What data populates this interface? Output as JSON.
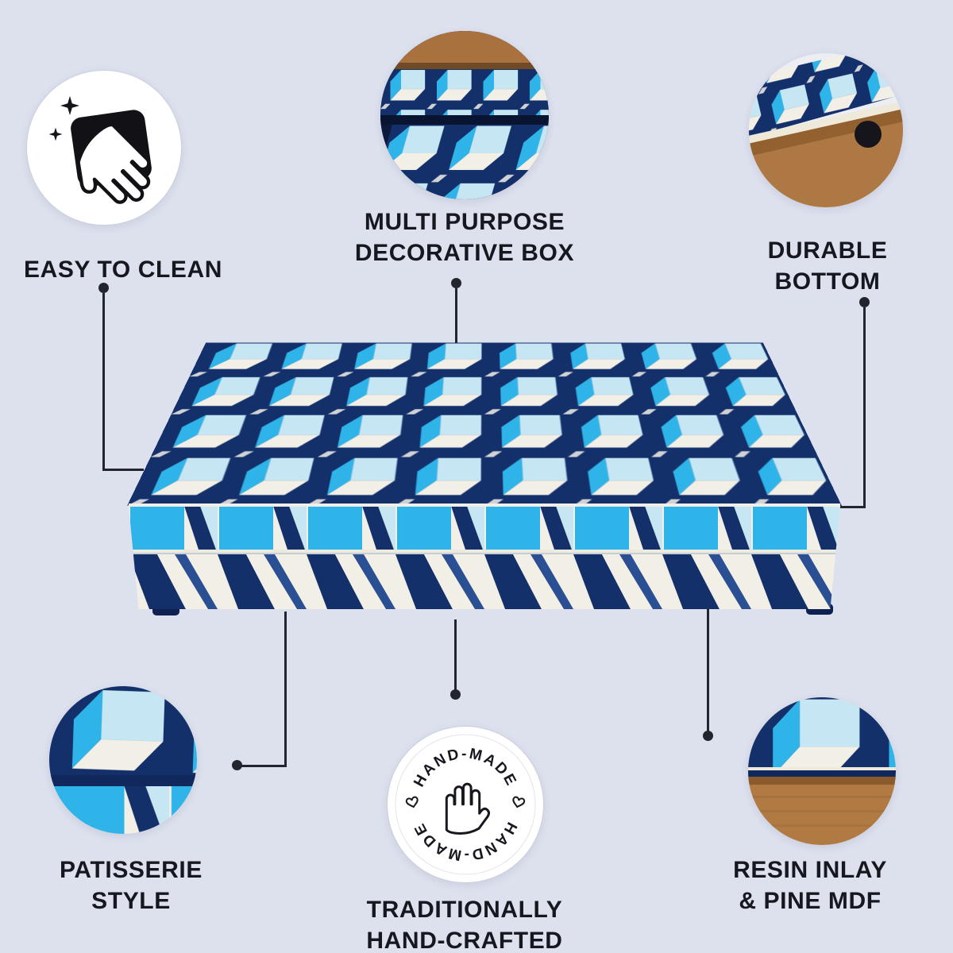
{
  "colors": {
    "background": "#dde1ee",
    "navy": "#14306b",
    "sky_blue": "#2fb4e9",
    "pale_blue": "#c7e6f4",
    "cream": "#f2efe7",
    "wood_brown": "#ab7440",
    "text": "#17181f",
    "connector": "#22242e"
  },
  "callouts": {
    "easy_clean": {
      "label": "EASY TO CLEAN",
      "icon": "hand-wiping-cloth-icon"
    },
    "multi_purpose": {
      "line1": "MULTI PURPOSE",
      "line2": "DECORATIVE BOX"
    },
    "durable_bottom": {
      "line1": "DURABLE",
      "line2": "BOTTOM"
    },
    "patisserie": {
      "line1": "PATISSERIE",
      "line2": "STYLE"
    },
    "hand_crafted": {
      "line1": "TRADITIONALLY",
      "line2": "HAND-CRAFTED"
    },
    "resin_inlay": {
      "line1": "RESIN INLAY",
      "line2": "& PINE MDF"
    }
  },
  "badge": {
    "top_text": "HAND-MADE",
    "bottom_text": "HAND-MADE",
    "icon": "open-palm-hand-icon"
  }
}
